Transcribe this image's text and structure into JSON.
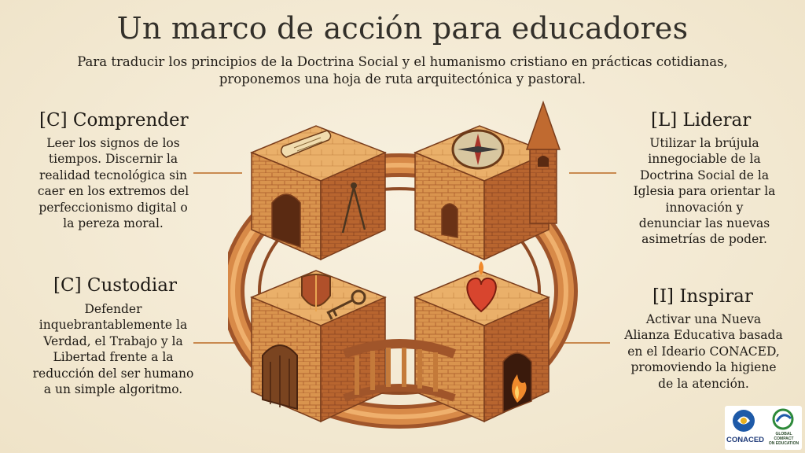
{
  "header": {
    "title": "Un marco de acción para educadores",
    "subtitle_line1": "Para traducir los principios de la Doctrina Social y el humanismo cristiano en prácticas cotidianas,",
    "subtitle_line2": "proponemos una hoja de ruta arquitectónica y pastoral."
  },
  "sections": {
    "comprender": {
      "heading": "[C] Comprender",
      "lines": [
        "Leer los signos de los",
        "tiempos. Discernir la",
        "realidad tecnológica sin",
        "caer en los extremos del",
        "perfeccionismo digital o",
        "la pereza moral."
      ]
    },
    "liderar": {
      "heading": "[L] Liderar",
      "lines": [
        "Utilizar la brújula",
        "innegociable de la",
        "Doctrina Social de la",
        "Iglesia para orientar la",
        "innovación y",
        "denunciar las nuevas",
        "asimetrías de poder."
      ]
    },
    "custodiar": {
      "heading": "[C] Custodiar",
      "lines": [
        "Defender",
        "inquebrantablemente la",
        "Verdad, el Trabajo y la",
        "Libertad frente a la",
        "reducción del ser humano",
        "a un simple algoritmo."
      ]
    },
    "inspirar": {
      "heading": "[I] Inspirar",
      "lines": [
        "Activar una Nueva",
        "Alianza Educativa basada",
        "en el Ideario CONACED,",
        "promoviendo la higiene",
        "de la atención."
      ]
    }
  },
  "logos": {
    "conaced": "CONACED",
    "global_compact_line1": "GLOBAL COMPACT",
    "global_compact_line2": "ON EDUCATION"
  },
  "colors": {
    "background": "#f4ecd8",
    "connector": "#c98a50",
    "brick_light": "#e0a35c",
    "brick_mid": "#c97a3a",
    "brick_dark": "#9c5226",
    "heart": "#d8452e"
  }
}
